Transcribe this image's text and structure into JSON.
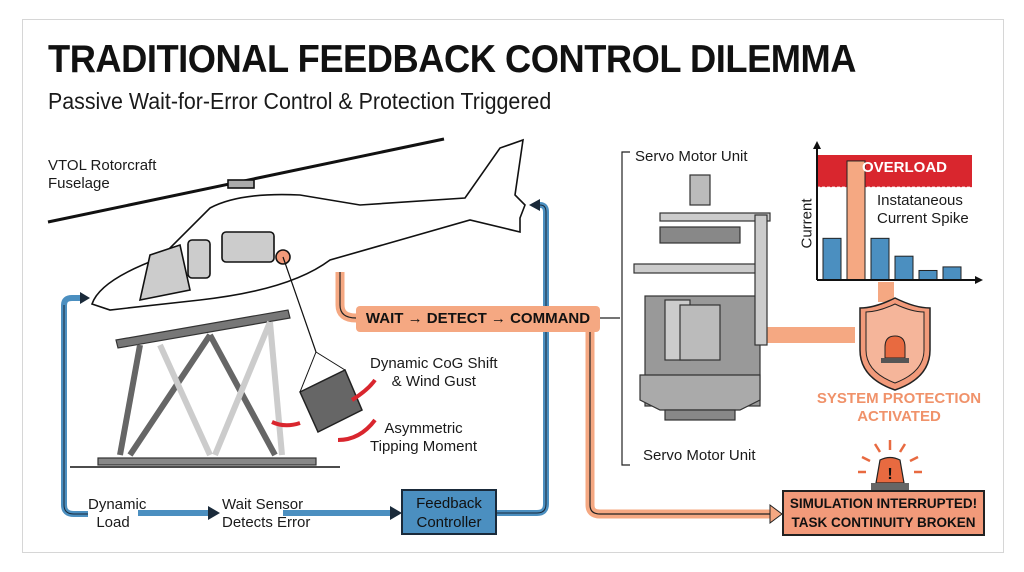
{
  "header": {
    "title": "TRADITIONAL FEEDBACK CONTROL DILEMMA",
    "subtitle": "Passive Wait-for-Error Control & Protection Triggered"
  },
  "labels": {
    "fuselage": [
      "VTOL Rotorcraft",
      "Fuselage"
    ],
    "cog_shift": [
      "Dynamic CoG Shift",
      "& Wind Gust"
    ],
    "tipping": [
      "Asymmetric",
      "Tipping Moment"
    ],
    "servo_top": "Servo Motor Unit",
    "servo_bottom": "Servo Motor Unit",
    "spike": [
      "Instataneous",
      "Current Spike"
    ]
  },
  "process": {
    "wait_detect_command": "WAIT → DETECT → COMMAND"
  },
  "feedback_loop": {
    "steps": [
      {
        "label": [
          "Dynamic",
          "Load"
        ]
      },
      {
        "label": [
          "Wait Sensor",
          "Detects Error"
        ]
      },
      {
        "label": [
          "Feedback",
          "Controller"
        ]
      }
    ]
  },
  "alerts": {
    "protection": [
      "SYSTEM PROTECTION",
      "ACTIVATED"
    ],
    "simulation": [
      "SIMULATION INTERRUPTED!",
      "TASK CONTINUITY BROKEN"
    ]
  },
  "chart_data": {
    "type": "bar",
    "title": "",
    "ylabel": "Current",
    "xlabel": "",
    "threshold_label": "OVERLOAD",
    "annotation": "Instataneous Current Spike",
    "values": [
      0.35,
      1.0,
      0.35,
      0.2,
      0.08,
      0.11
    ],
    "highlight_index": 1,
    "overload_threshold": 0.78,
    "ylim": [
      0,
      1.05
    ]
  },
  "colors": {
    "blue": "#4b8fc0",
    "orange": "#f5a882",
    "red": "#d9262e",
    "alert": "#f0926a"
  }
}
